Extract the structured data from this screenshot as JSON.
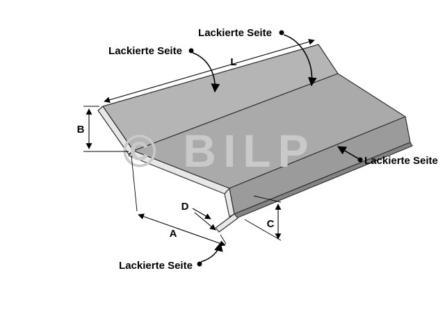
{
  "figure": {
    "watermark": "© BILP"
  },
  "annotations": {
    "painted_side_top": "Lackierte Seite",
    "painted_side_left": "Lackierte Seite",
    "painted_side_right": "Lackierte Seite",
    "painted_side_bottom": "Lackierte Seite"
  },
  "dimensions": {
    "length_label": "L",
    "height_label": "B",
    "depth_label": "A",
    "front_drop_label": "C",
    "hem_label": "D"
  },
  "colors": {
    "background": "#ffffff",
    "outline": "#2e2e2e",
    "upstand_face": "#b5b5b5",
    "top_surface": "#aaaaaa",
    "front_face": "#9b9b9b",
    "hem_edge": "#848484",
    "cut_face": "#e7e7e7",
    "watermark": "#c9c9c9",
    "annotation_text": "#000000"
  }
}
